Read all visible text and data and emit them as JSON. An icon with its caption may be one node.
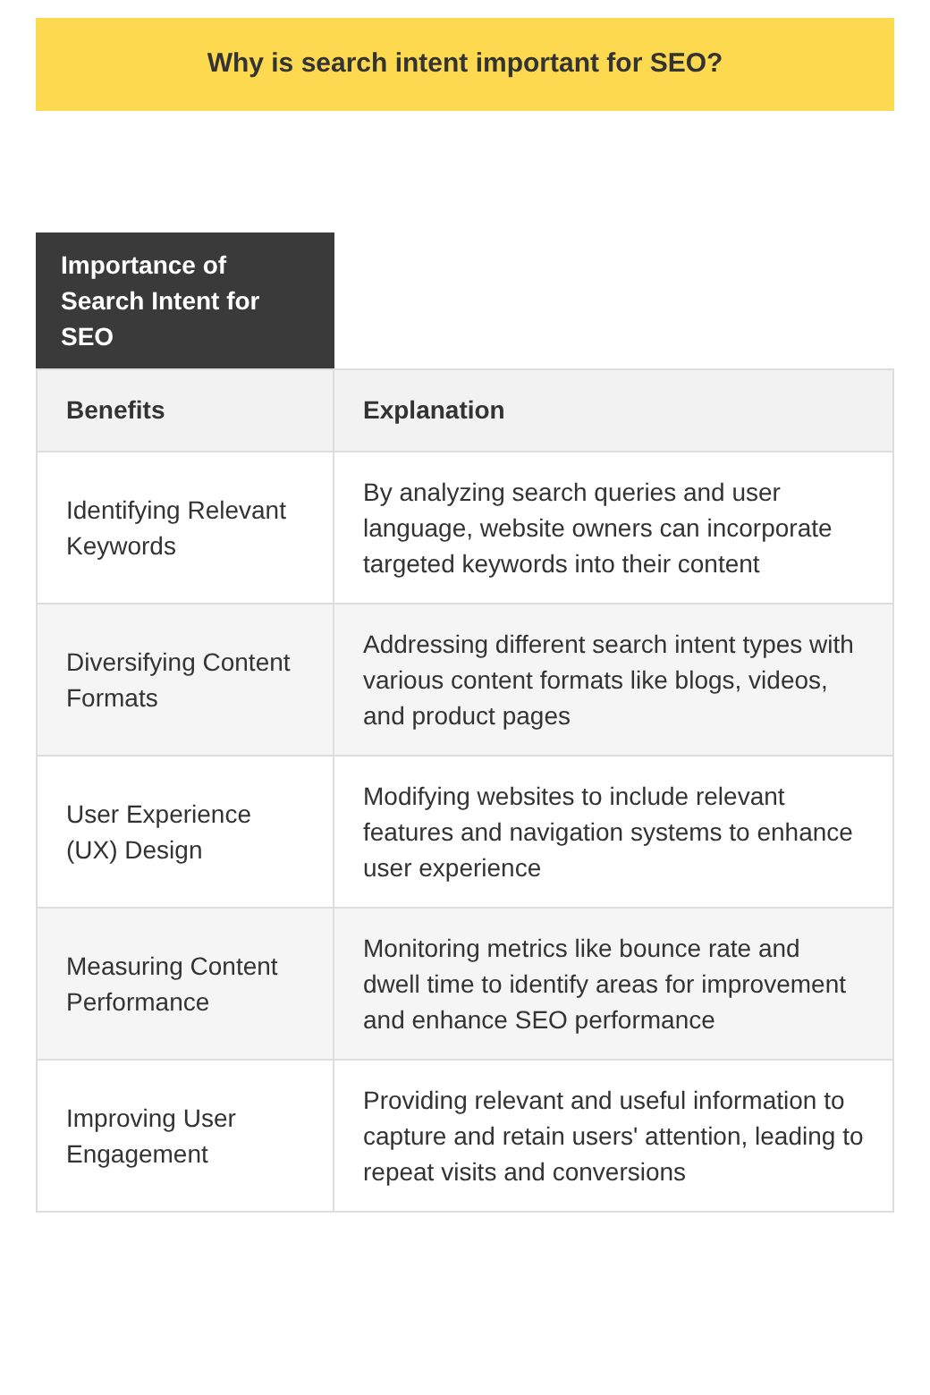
{
  "diagram": {
    "title": "Why is search intent important for SEO?",
    "labels": [
      "Importance of Search Intent for SEO",
      "Benefits",
      "Explanation",
      "Identifying Relevant Keywords",
      "By analyzing search queries and user language, website owners can incorporate targeted keywords into their content",
      "Diversifying Content Formats",
      "Addressing different search intent types with various content formats like blogs, videos, and product pages",
      "User Experience (UX) Design",
      "Modifying websites to include relevant features and navigation systems to enhance user experience",
      "Measuring Content Performance",
      "Monitoring metrics like bounce rate and dwell time to identify areas for improvement and enhance SEO performance",
      "Improving User Engagement",
      "Providing relevant and useful information to capture and retain users' attention, leading to repeat visits and conversions"
    ]
  }
}
